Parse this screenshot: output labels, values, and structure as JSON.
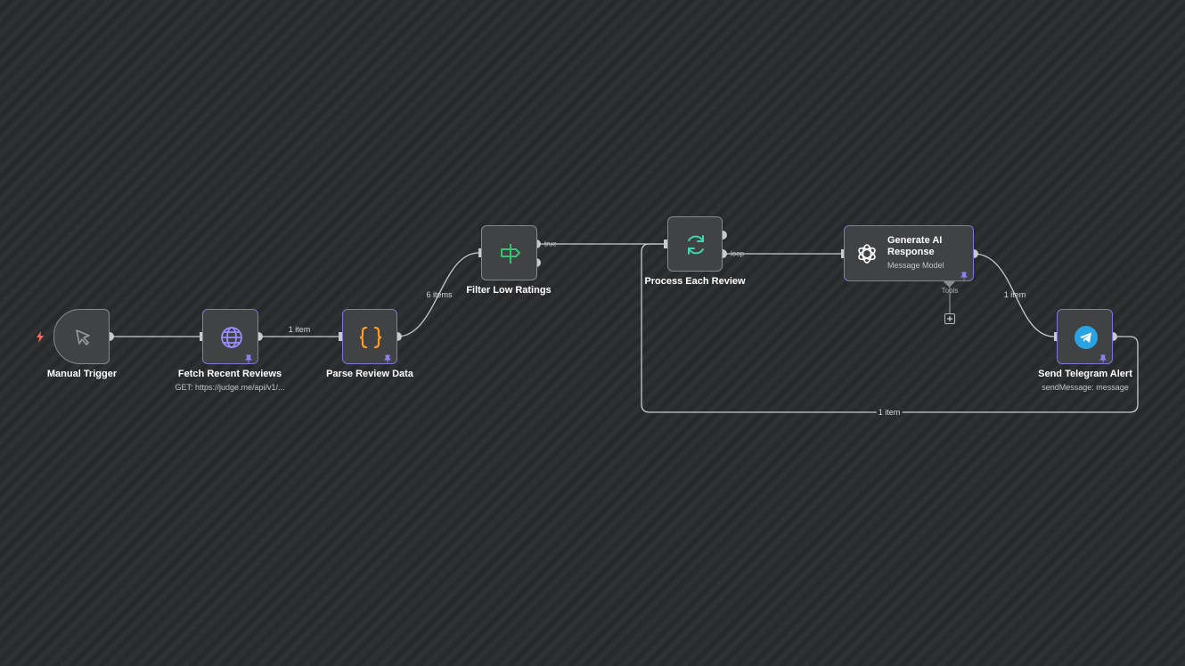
{
  "canvas": {
    "trigger_marker": "lightning-bolt-icon",
    "accent_color": "#7f76d8",
    "wire_color": "#c9cacd"
  },
  "nodes": {
    "manual_trigger": {
      "label": "Manual Trigger",
      "icon": "cursor-pointer-icon"
    },
    "fetch_reviews": {
      "label": "Fetch Recent Reviews",
      "sublabel": "GET: https://judge.me/api/v1/...",
      "icon": "globe-icon",
      "pinned": true
    },
    "parse_data": {
      "label": "Parse Review Data",
      "icon": "curly-braces-icon",
      "pinned": true
    },
    "filter": {
      "label": "Filter Low Ratings",
      "icon": "signpost-icon",
      "true_output": "true"
    },
    "loop": {
      "label": "Process Each Review",
      "icon": "refresh-loop-icon",
      "loop_output": "loop"
    },
    "ai": {
      "title": "Generate AI Response",
      "subtitle": "Message Model",
      "icon": "openai-logo-icon",
      "tools_label": "Tools",
      "pinned": true
    },
    "telegram": {
      "label": "Send Telegram Alert",
      "sublabel": "sendMessage: message",
      "icon": "telegram-icon",
      "pinned": true
    }
  },
  "connections": {
    "fetch_to_parse": "1 item",
    "parse_to_filter": "6 items",
    "ai_to_telegram": "1 item",
    "telegram_to_loop": "1 item"
  }
}
